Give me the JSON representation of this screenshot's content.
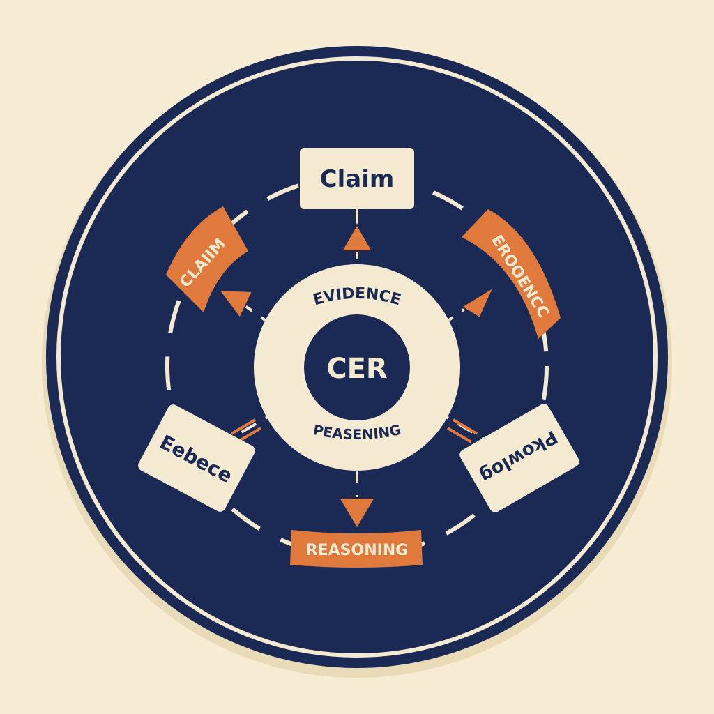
{
  "diagram": {
    "center_label": "CER",
    "inner_ring_top_label": "EVIDENCE",
    "inner_ring_bottom_label": "PEASENING",
    "nodes": {
      "top_box": "Claim",
      "left_box": "Eebece",
      "right_box": "Pkowlog"
    },
    "banners": {
      "upper_left": "CLAIIM",
      "upper_right": "EROOENCC",
      "bottom": "REASONING"
    }
  },
  "colors": {
    "background": "#f6ecd3",
    "navy": "#1a2a55",
    "cream": "#f4ead1",
    "orange": "#e07a3c"
  }
}
